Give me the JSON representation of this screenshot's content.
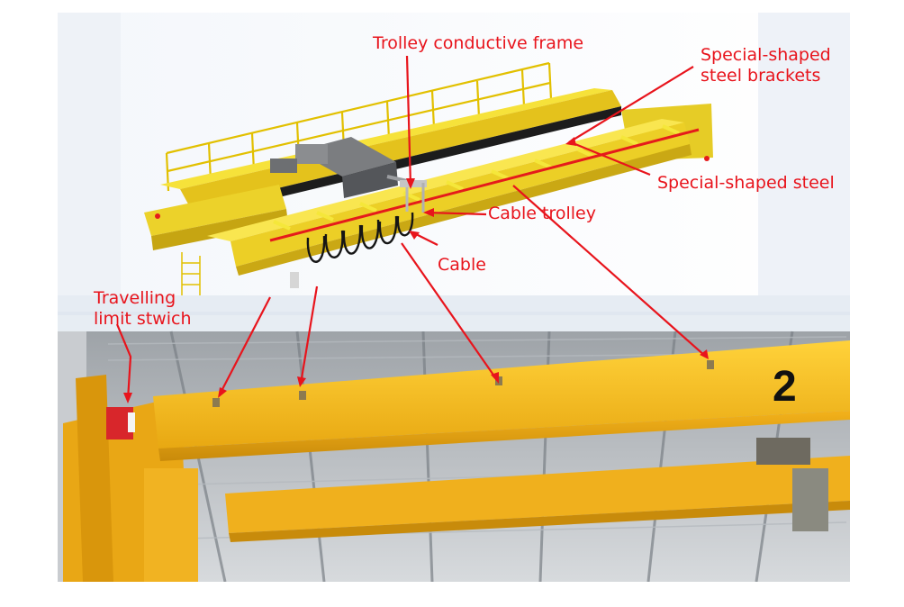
{
  "labels": {
    "trolley_frame": "Trolley conductive frame",
    "brackets_line1": "Special-shaped",
    "brackets_line2": "steel brackets",
    "special_steel": "Special-shaped steel",
    "cable_trolley": "Cable trolley",
    "cable": "Cable",
    "limit_line1": "Travelling",
    "limit_line2": "limit stwich"
  },
  "photo": {
    "beam_number": "2"
  },
  "colors": {
    "annotation": "#e8141c",
    "crane_yellow": "#f0c419",
    "beam_yellow": "#f2b51c",
    "hoist_gray": "#6d6e70",
    "ceiling": "#c9ccd0"
  },
  "icons": {
    "limit_switch": "red-switch-box",
    "cable": "festoon-cable-loops"
  }
}
